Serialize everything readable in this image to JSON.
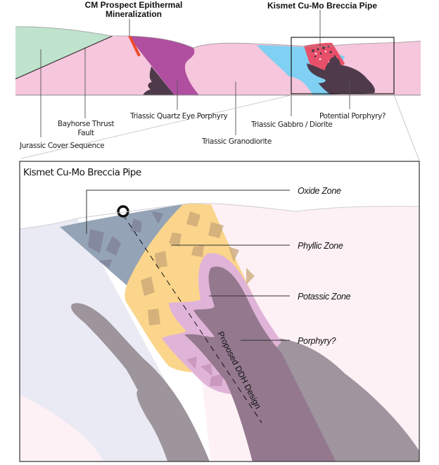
{
  "overview": {
    "title_cm": [
      "CM Prospect Epithermal",
      "Mineralization"
    ],
    "title_kismet": "Kismet Cu-Mo Breccia Pipe",
    "labels": {
      "jurassic": "Jurassic Cover Sequence",
      "bayhorse": [
        "Bayhorse Thrust",
        "Fault"
      ],
      "quartz_eye": "Triassic Quartz Eye Porphyry",
      "granodiorite": "Triassic Granodiorite",
      "gabbro": "Triassic Gabbro / Diorite",
      "potential": "Potential Porphyry?"
    }
  },
  "detail": {
    "title": "Kismet Cu-Mo Breccia Pipe",
    "zones": {
      "oxide": "Oxide Zone",
      "phyllic": "Phyllic Zone",
      "potassic": "Potassic Zone",
      "porphyry": "Porphyry?"
    },
    "ddh_label": "Proposed DDH Design"
  },
  "colors": {
    "granodiorite_pink": "#f6c6dc",
    "jurassic_green": "#bfe3cc",
    "quartz_eye_purple": "#b04fa0",
    "dark_porphyry": "#4e3a4b",
    "gabbro_blue": "#7fd0f2",
    "breccia_red": "#e8506a",
    "epithermal_orange": "#f04a2a",
    "oxide_gray_blue": "#94a4b6",
    "phyllic_yellow": "#fbd58b",
    "potassic_pink": "#e0b4d8",
    "porphyry_mauve": "#94788e",
    "host_gray": "#9d949c",
    "bg_lavender": "#eaeaf4",
    "bg_light_pink": "#fdf1f6"
  }
}
